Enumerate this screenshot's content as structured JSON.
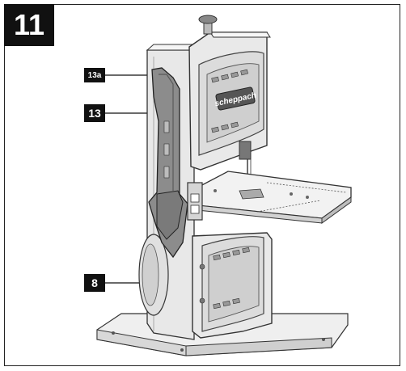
{
  "figure": {
    "number": "11",
    "callouts": [
      {
        "id": "13a",
        "label": "13a"
      },
      {
        "id": "13",
        "label": "13"
      },
      {
        "id": "8",
        "label": "8"
      }
    ],
    "brand_logo": "scheppach",
    "colors": {
      "frame": "#222222",
      "label_bg": "#111111",
      "label_text": "#ffffff",
      "body": "#e6e6e6",
      "accent": "#7a7a7a"
    }
  }
}
